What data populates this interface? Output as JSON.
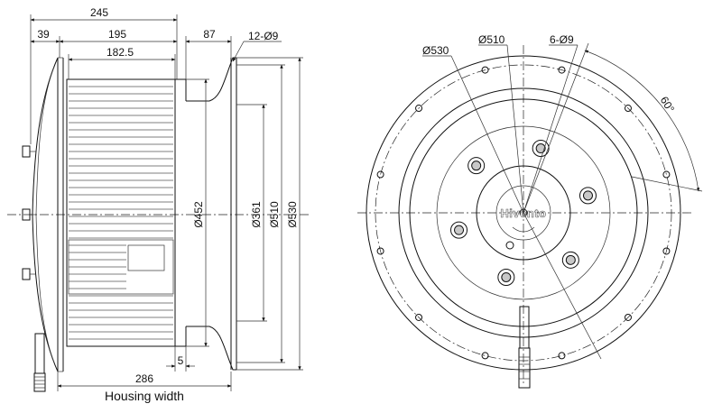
{
  "side_view": {
    "dim_overall": "245",
    "dim_flange": "39",
    "dim_impeller_depth": "195",
    "dim_blade_depth": "182.5",
    "dim_inlet_depth": "87",
    "dim_holes": "12-Ø9",
    "dim_dia_452": "Ø452",
    "dim_dia_361": "Ø361",
    "dim_dia_510": "Ø510",
    "dim_dia_530": "Ø530",
    "dim_gap": "5",
    "dim_housing": "286",
    "caption": "Housing width"
  },
  "front_view": {
    "dim_outer": "Ø530",
    "dim_bolt_circle": "Ø510",
    "dim_holes": "6-Ø9",
    "dim_angle": "60°",
    "brand": "Hivento"
  }
}
